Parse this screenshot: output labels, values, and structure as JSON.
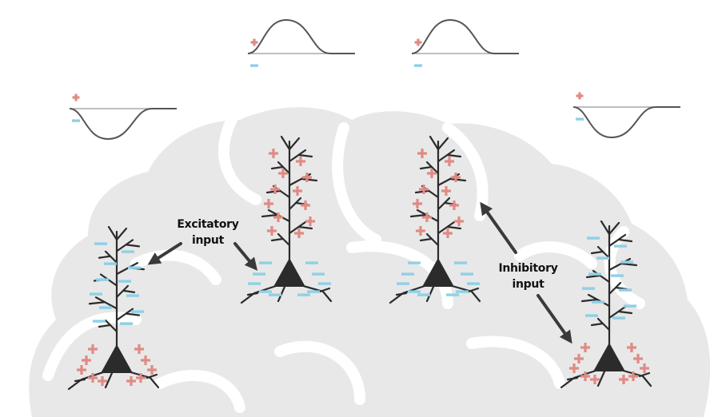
{
  "labels": {
    "excitatory": [
      "Excitatory",
      "input"
    ],
    "inhibitory": [
      "Inhibitory",
      "input"
    ]
  },
  "symbols": {
    "plus": "+",
    "minus": "−"
  },
  "colors": {
    "background": "#ffffff",
    "brain": "#e8e8e8",
    "brain_lines": "#ffffff",
    "neuron": "#2b2b2b",
    "positive": "#e08a84",
    "negative": "#8fd0e6",
    "trace": "#555555",
    "baseline": "#aaaaaa",
    "arrow": "#3a3a3a",
    "text": "#111111"
  },
  "waveforms": [
    {
      "id": "wave-1",
      "polarity": "negative"
    },
    {
      "id": "wave-2",
      "polarity": "positive"
    },
    {
      "id": "wave-3",
      "polarity": "positive"
    },
    {
      "id": "wave-4",
      "polarity": "negative"
    }
  ],
  "neurons": [
    {
      "id": "neuron-1",
      "input": "excitatory",
      "dendrite_charge": "negative",
      "soma_charge": "positive"
    },
    {
      "id": "neuron-2",
      "input": "excitatory",
      "dendrite_charge": "positive",
      "soma_charge": "negative"
    },
    {
      "id": "neuron-3",
      "input": "inhibitory",
      "dendrite_charge": "positive",
      "soma_charge": "negative"
    },
    {
      "id": "neuron-4",
      "input": "inhibitory",
      "dendrite_charge": "negative",
      "soma_charge": "positive"
    }
  ]
}
